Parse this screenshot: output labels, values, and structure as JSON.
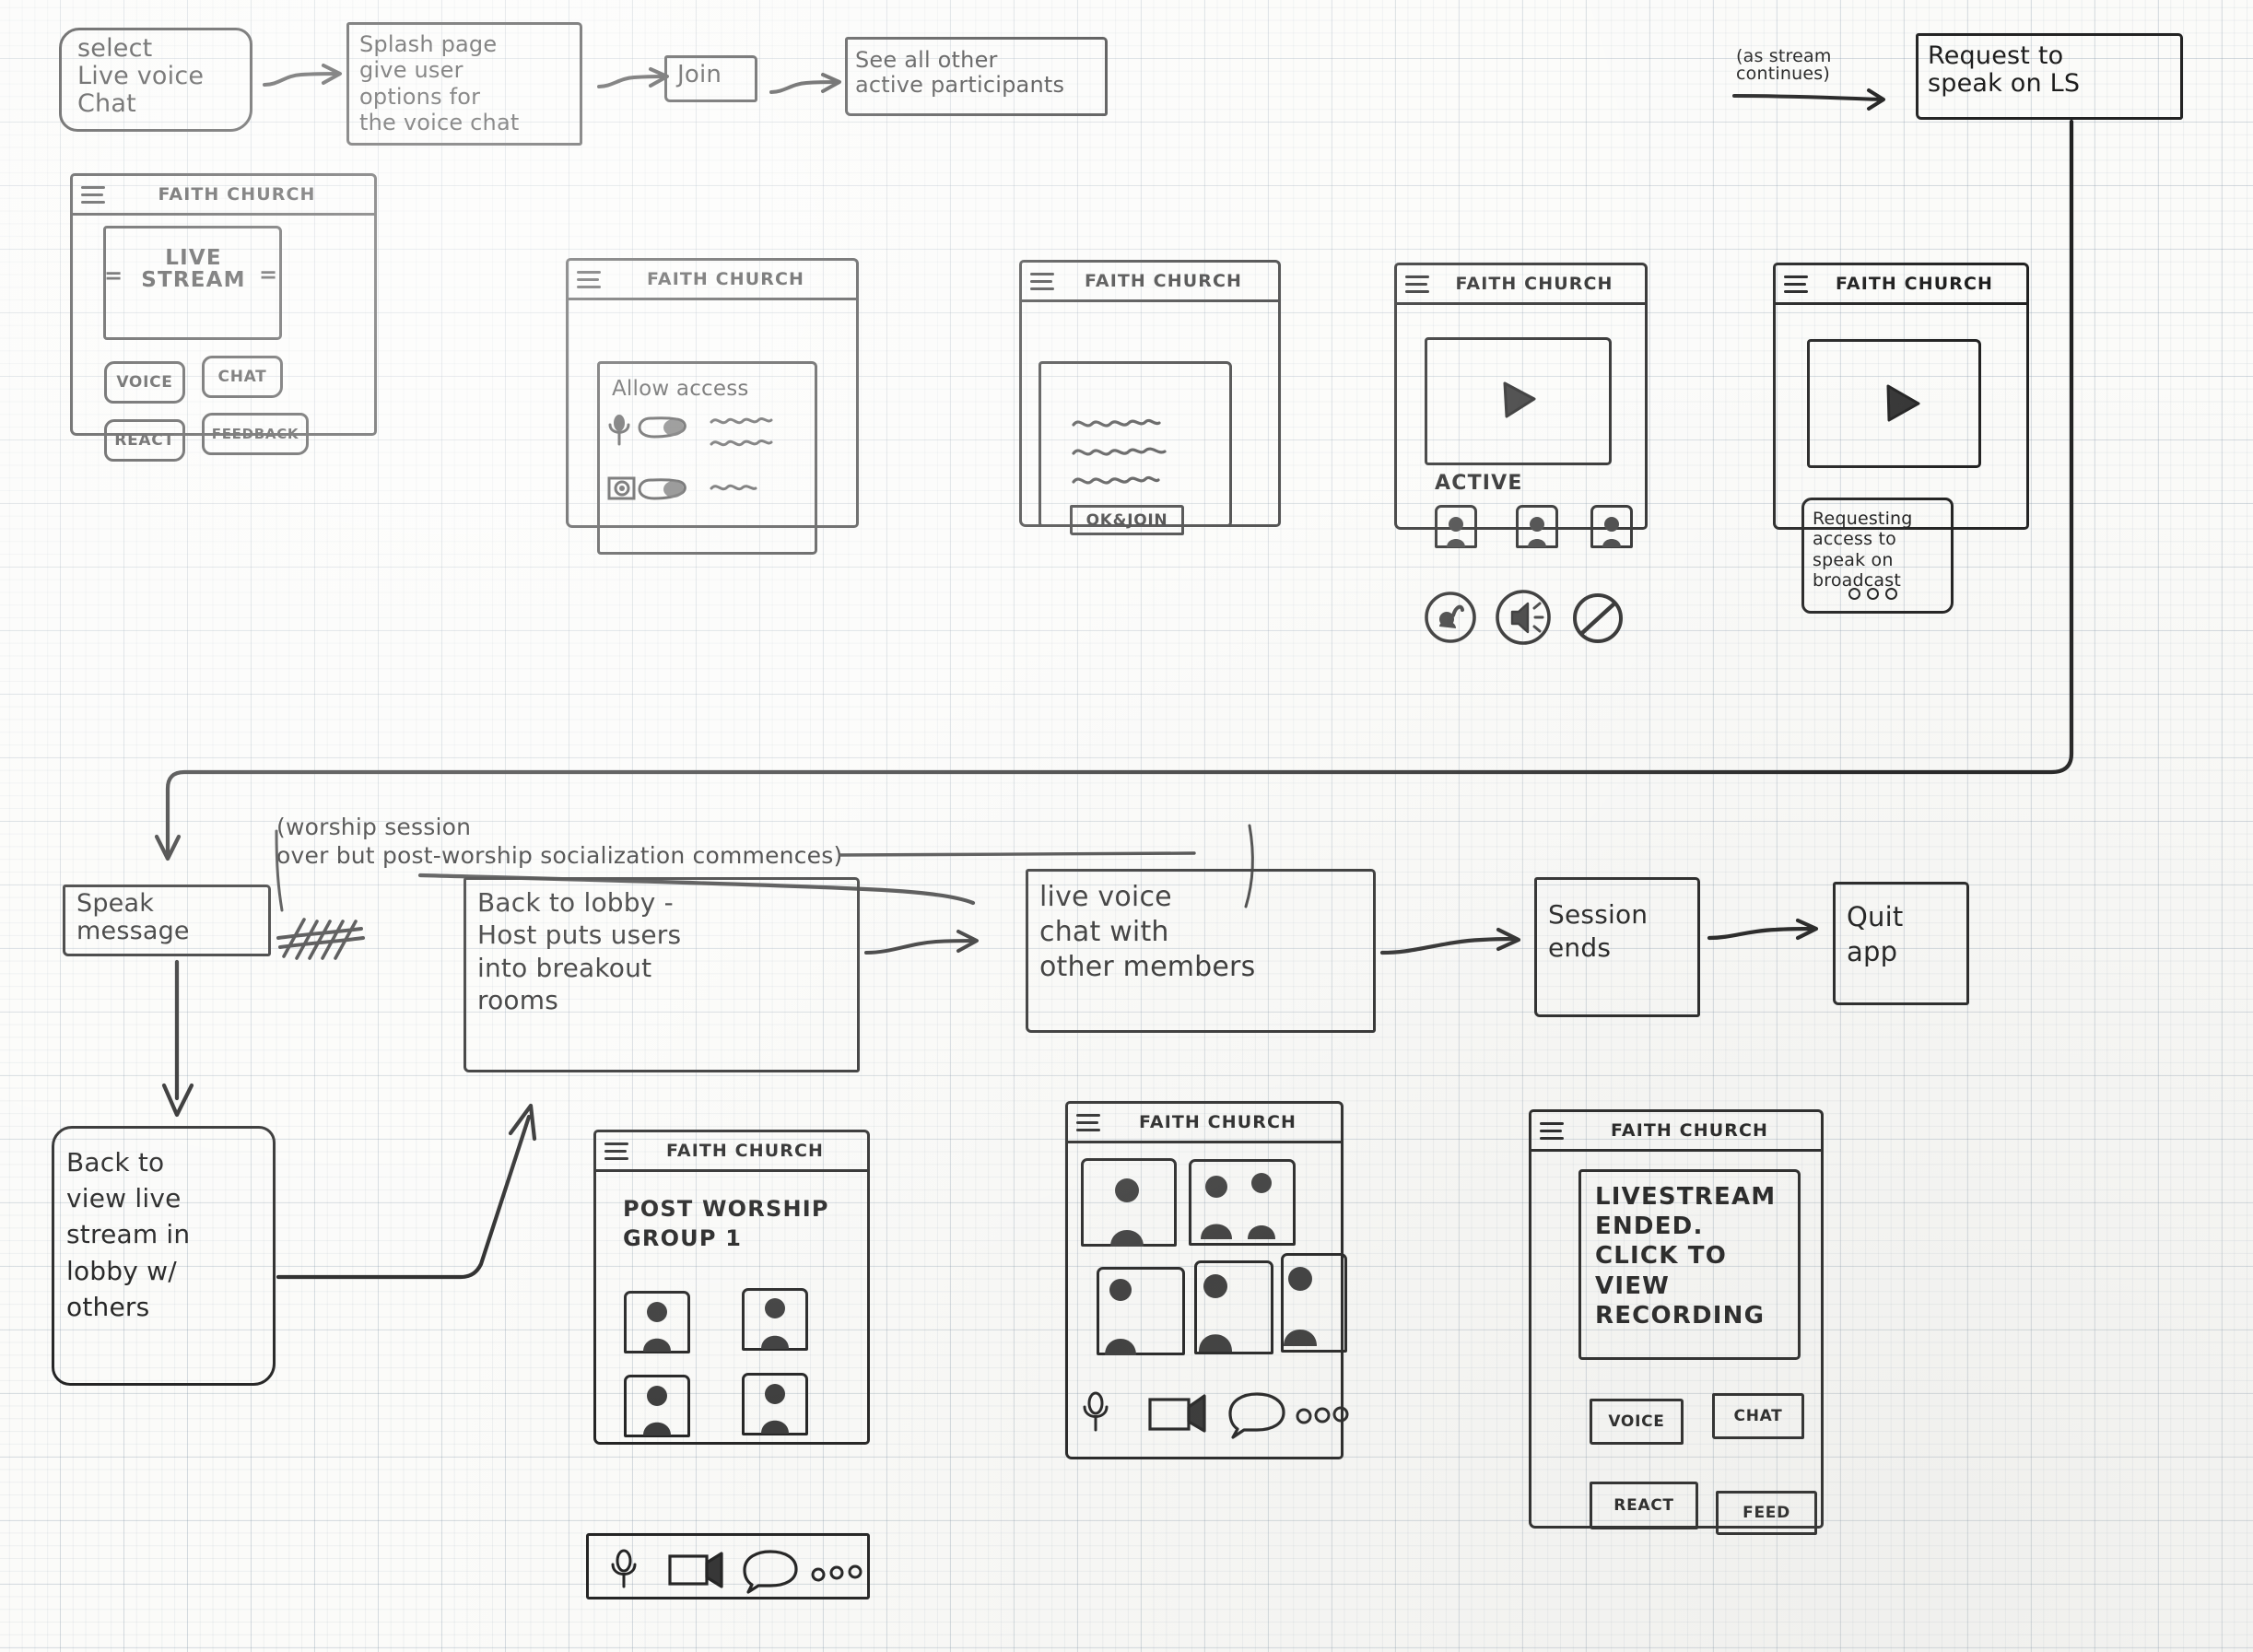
{
  "diagram": {
    "title": "Live Voice Chat user flow sketch",
    "medium": "hand-drawn pencil wireframe flow on graph paper"
  },
  "flow_row1": {
    "step_select": "select\nLive voice\nChat",
    "step_splash": "Splash page\ngive user\noptions for\nthe voice chat",
    "step_join": "Join",
    "step_participants": "See all other\nactive participants",
    "annotation_stream": "(as stream\ncontinues)",
    "step_request": "Request to\nspeak on LS"
  },
  "flow_row2": {
    "annotation_worship": "(worship session\nover but post-worship socialization commences)",
    "step_speak": "Speak\nmessage",
    "step_back_lobby": "Back to lobby -\nHost puts users\ninto breakout\nrooms",
    "step_live_voice_chat": "live voice\nchat with\nother members",
    "step_session_ends": "Session\nends",
    "step_quit": "Quit\napp",
    "step_back_view": "Back to\nview live\nstream in\nlobby w/\nothers"
  },
  "app": {
    "header_title": "FAITH CHURCH"
  },
  "screens": {
    "livestream_lobby": {
      "video_label": "LIVE\nSTREAM",
      "video_marks_left": "=",
      "video_marks_right": "=",
      "buttons": [
        "VOICE",
        "CHAT",
        "REACT",
        "FEEDBACK"
      ]
    },
    "allow_access": {
      "heading": "Allow access",
      "rows": [
        {
          "icon": "microphone-icon",
          "toggle": "toggle-on",
          "text_lines": 2
        },
        {
          "icon": "camera-icon",
          "toggle": "toggle-on",
          "text_lines": 1
        }
      ]
    },
    "terms_join": {
      "body_lines": 3,
      "cta": "OK&JOIN"
    },
    "active_participants": {
      "player_icon": "play-icon",
      "section_label": "ACTIVE",
      "participants": 3,
      "controls": [
        "raise-hand-icon",
        "speaker-icon",
        "block-icon"
      ]
    },
    "requesting_access": {
      "player_icon": "play-icon",
      "message": "Requesting\naccess to\nspeak on\nbroadcast",
      "progress": "• • •"
    },
    "post_worship_group": {
      "title": "POST WORSHIP\nGROUP 1",
      "tiles": 4,
      "toolbar": [
        "microphone-icon",
        "video-camera-icon",
        "chat-bubble-icon",
        "more-icon"
      ]
    },
    "breakout_grid": {
      "tiles": 5,
      "toolbar": [
        "microphone-icon",
        "video-camera-icon",
        "chat-bubble-icon",
        "more-icon"
      ]
    },
    "stream_ended": {
      "message": "LIVESTREAM\nENDED.\nCLICK TO\nVIEW\nRECORDING",
      "buttons": [
        "VOICE",
        "CHAT",
        "REACT",
        "FEED"
      ]
    }
  },
  "colors": {
    "ink": "#222222",
    "grid_line": "#8aa0b4",
    "paper": "#fbfbf9"
  }
}
